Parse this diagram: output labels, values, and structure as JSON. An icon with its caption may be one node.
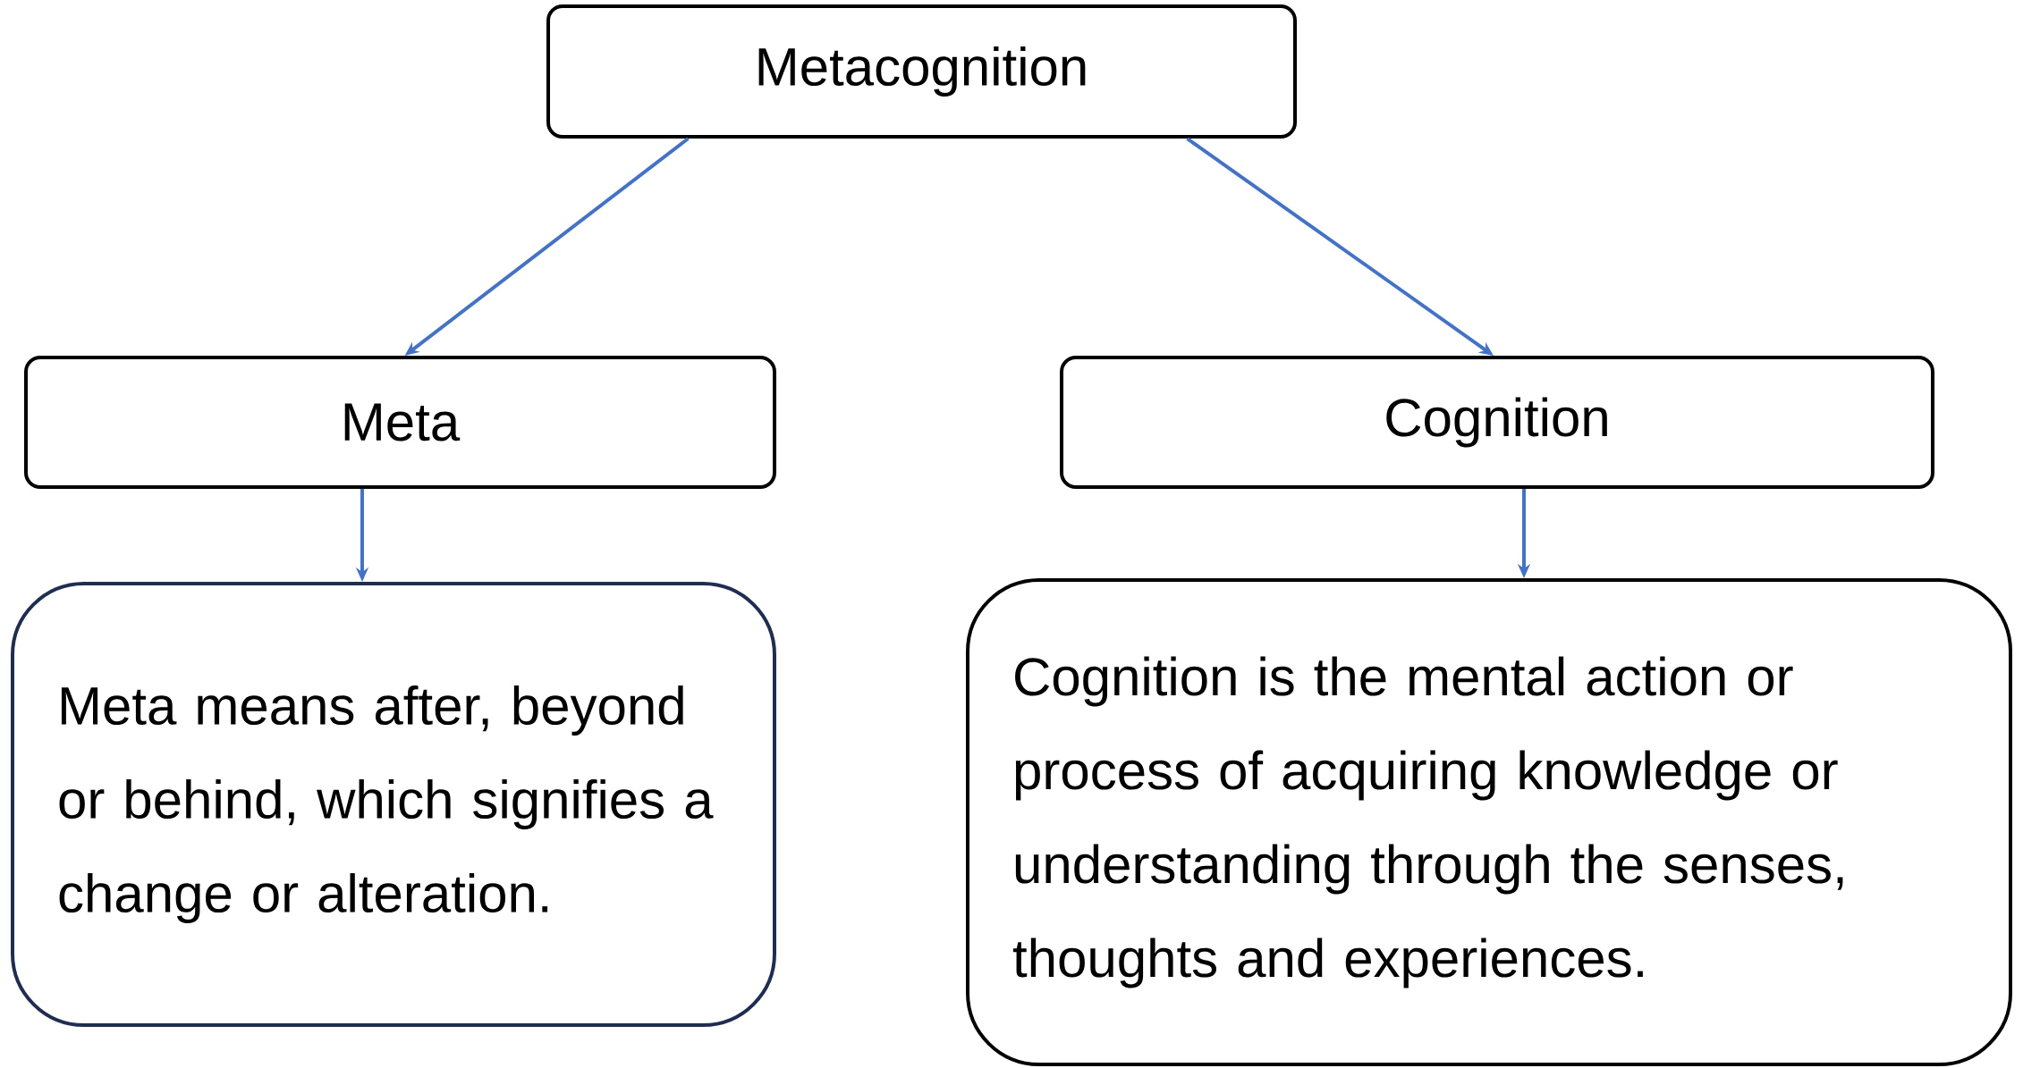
{
  "diagram": {
    "nodes": [
      {
        "text": [
          "Metacognition"
        ]
      },
      {
        "text": [
          "Meta"
        ]
      },
      {
        "text": [
          "Cognition"
        ]
      },
      {
        "text": [
          "Meta means after, beyond or behind, which signifies a change or alteration."
        ]
      },
      {
        "text": [
          "Cognition is the mental action or process of acquiring knowledge or understanding through the senses, thoughts and experiences."
        ]
      }
    ],
    "edges": [
      {
        "from": 0,
        "to": 1,
        "arrow": "to"
      },
      {
        "from": 0,
        "to": 2,
        "arrow": "to"
      },
      {
        "from": 1,
        "to": 3,
        "arrow": "to"
      },
      {
        "from": 2,
        "to": 4,
        "arrow": "to"
      }
    ]
  }
}
